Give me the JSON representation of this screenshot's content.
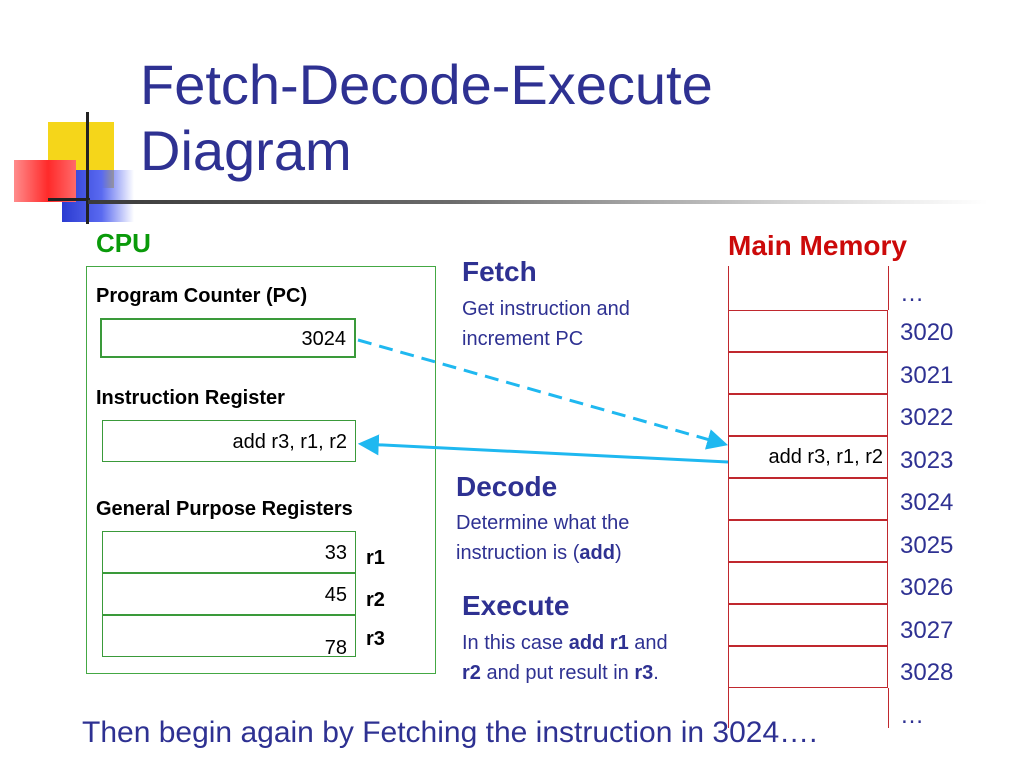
{
  "title_line1": "Fetch-Decode-Execute",
  "title_line2": "Diagram",
  "cpu": {
    "label": "CPU",
    "pc_heading": "Program Counter (PC)",
    "pc_value": "3024",
    "ir_heading": "Instruction Register",
    "ir_value": "add r3, r1, r2",
    "gpr_heading": "General Purpose Registers",
    "registers": [
      {
        "value": "33",
        "name": "r1"
      },
      {
        "value": "45",
        "name": "r2"
      },
      {
        "value": "78",
        "name": "r3"
      }
    ]
  },
  "fetch": {
    "title": "Fetch",
    "desc_line1": "Get instruction and",
    "desc_line2": "increment PC"
  },
  "decode": {
    "title": "Decode",
    "desc_line1": "Determine what the",
    "desc_line2_pre": "instruction is (",
    "desc_line2_bold": "add",
    "desc_line2_post": ")"
  },
  "execute": {
    "title": "Execute",
    "desc_line1_pre": "In this case ",
    "desc_line1_bold": "add r1",
    "desc_line1_post": " and",
    "desc_line2_bold1": "r2",
    "desc_line2_mid": " and put result in ",
    "desc_line2_bold2": "r3",
    "desc_line2_post": "."
  },
  "memory": {
    "label": "Main Memory",
    "top_ellipsis": "…",
    "bottom_ellipsis": "…",
    "rows": [
      {
        "addr": "3020",
        "content": ""
      },
      {
        "addr": "3021",
        "content": ""
      },
      {
        "addr": "3022",
        "content": ""
      },
      {
        "addr": "3023",
        "content": "add r3, r1, r2"
      },
      {
        "addr": "3024",
        "content": ""
      },
      {
        "addr": "3025",
        "content": ""
      },
      {
        "addr": "3026",
        "content": ""
      },
      {
        "addr": "3027",
        "content": ""
      },
      {
        "addr": "3028",
        "content": ""
      }
    ]
  },
  "footer": "Then begin again by Fetching the instruction in 3024….",
  "colors": {
    "title": "#2e3192",
    "cpu_green": "#0a9a0a",
    "memory_red": "#cc0a0a",
    "arrow_cyan": "#1fb8f0"
  }
}
